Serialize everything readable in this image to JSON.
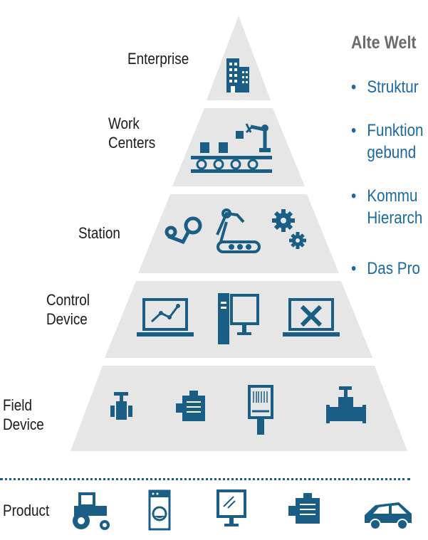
{
  "pyramid": {
    "levels": [
      {
        "id": "enterprise",
        "label_lines": [
          "Enterprise"
        ]
      },
      {
        "id": "work-centers",
        "label_lines": [
          "Work",
          "Centers"
        ]
      },
      {
        "id": "station",
        "label_lines": [
          "Station"
        ]
      },
      {
        "id": "control-device",
        "label_lines": [
          "Control",
          "Device"
        ]
      },
      {
        "id": "field-device",
        "label_lines": [
          "Field",
          "Device"
        ]
      }
    ]
  },
  "product": {
    "label": "Product"
  },
  "side_text": {
    "heading": "Alte Welt",
    "bullets": [
      {
        "lines": [
          "Struktur"
        ]
      },
      {
        "lines": [
          "Funktion",
          "gebund"
        ]
      },
      {
        "lines": [
          "Kommu",
          "Hierarch"
        ]
      },
      {
        "lines": [
          "Das Pro"
        ]
      }
    ]
  },
  "colors": {
    "pyramid_fill": "#e6e6e6",
    "icon": "#1a5e86",
    "accent_text": "#1a6aa0",
    "heading_text": "#6b6b6b"
  },
  "icons": {
    "enterprise": [
      "building-icon"
    ],
    "work_centers": [
      "conveyor-robot-icon"
    ],
    "station": [
      "robot-arm-icon",
      "assembly-robot-icon",
      "gears-icon"
    ],
    "control_device": [
      "laptop-chart-icon",
      "desktop-computer-icon",
      "laptop-tools-icon"
    ],
    "field_device": [
      "valve-icon",
      "motor-icon",
      "scanner-icon",
      "pipe-valve-icon"
    ],
    "product": [
      "tractor-icon",
      "washing-machine-icon",
      "monitor-icon",
      "motor-icon",
      "car-icon"
    ]
  }
}
